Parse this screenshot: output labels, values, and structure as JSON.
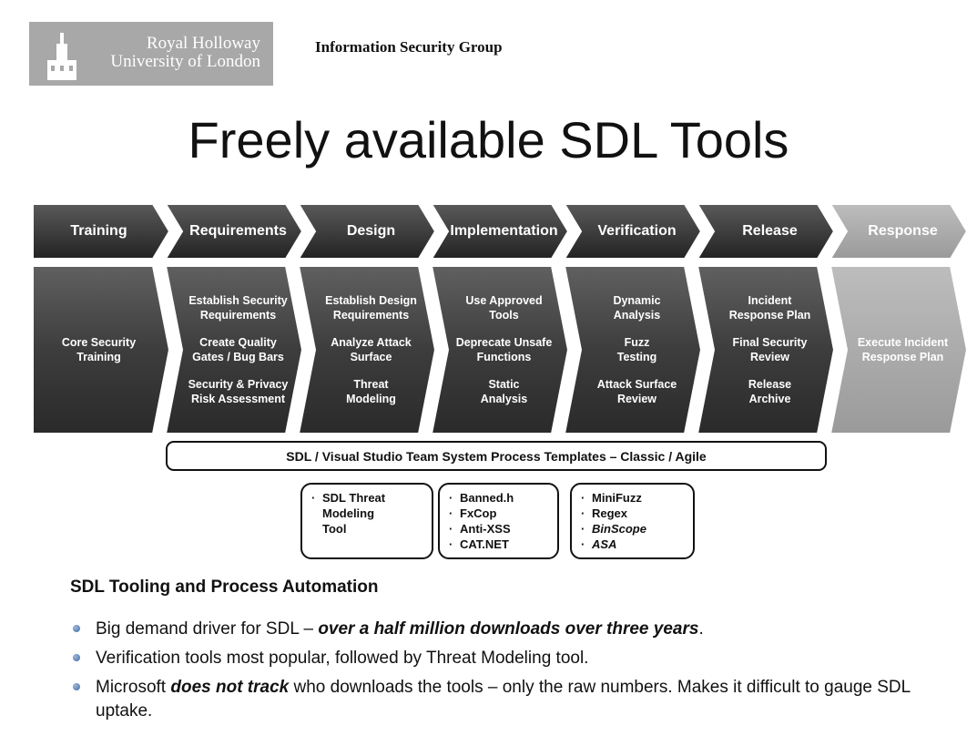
{
  "header": {
    "logo_line1": "Royal Holloway",
    "logo_line2": "University of London",
    "group": "Information Security Group"
  },
  "title": "Freely available SDL Tools",
  "phases": [
    {
      "label": "Training",
      "items": [
        "Core Security\nTraining"
      ]
    },
    {
      "label": "Requirements",
      "items": [
        "Establish Security\nRequirements",
        "Create Quality\nGates / Bug Bars",
        "Security & Privacy\nRisk Assessment"
      ]
    },
    {
      "label": "Design",
      "items": [
        "Establish Design\nRequirements",
        "Analyze Attack\nSurface",
        "Threat\nModeling"
      ]
    },
    {
      "label": "Implementation",
      "items": [
        "Use Approved\nTools",
        "Deprecate Unsafe\nFunctions",
        "Static\nAnalysis"
      ]
    },
    {
      "label": "Verification",
      "items": [
        "Dynamic\nAnalysis",
        "Fuzz\nTesting",
        "Attack Surface\nReview"
      ]
    },
    {
      "label": "Release",
      "items": [
        "Incident\nResponse Plan",
        "Final Security\nReview",
        "Release\nArchive"
      ]
    },
    {
      "label": "Response",
      "items": [
        "Execute Incident\nResponse Plan"
      ]
    }
  ],
  "template_bar": "SDL / Visual Studio Team System Process Templates – Classic / Agile",
  "tool_groups": [
    {
      "tools": [
        "SDL Threat\nModeling\nTool"
      ]
    },
    {
      "tools": [
        "Banned.h",
        "FxCop",
        "Anti-XSS",
        "CAT.NET"
      ]
    },
    {
      "tools": [
        "MiniFuzz",
        "Regex",
        "BinScope",
        "ASA"
      ]
    }
  ],
  "section_heading": "SDL Tooling and Process Automation",
  "bullets": [
    {
      "a": "Big demand driver for SDL – ",
      "b": "over a half million downloads over three years",
      "c": "."
    },
    {
      "a": "Verification tools most popular, followed by Threat Modeling tool.",
      "b": "",
      "c": ""
    },
    {
      "a": "Microsoft ",
      "b": "does not track",
      "c": " who downloads the tools – only the raw numbers.  Makes it difficult to gauge SDL uptake."
    }
  ],
  "colors": {
    "header_dark": "#2e2e2e",
    "body_dark": "#3a3a3a",
    "response": "#a6a6a6",
    "logo_bg": "#a7a8a7",
    "bullet": "#3e6aa8"
  }
}
